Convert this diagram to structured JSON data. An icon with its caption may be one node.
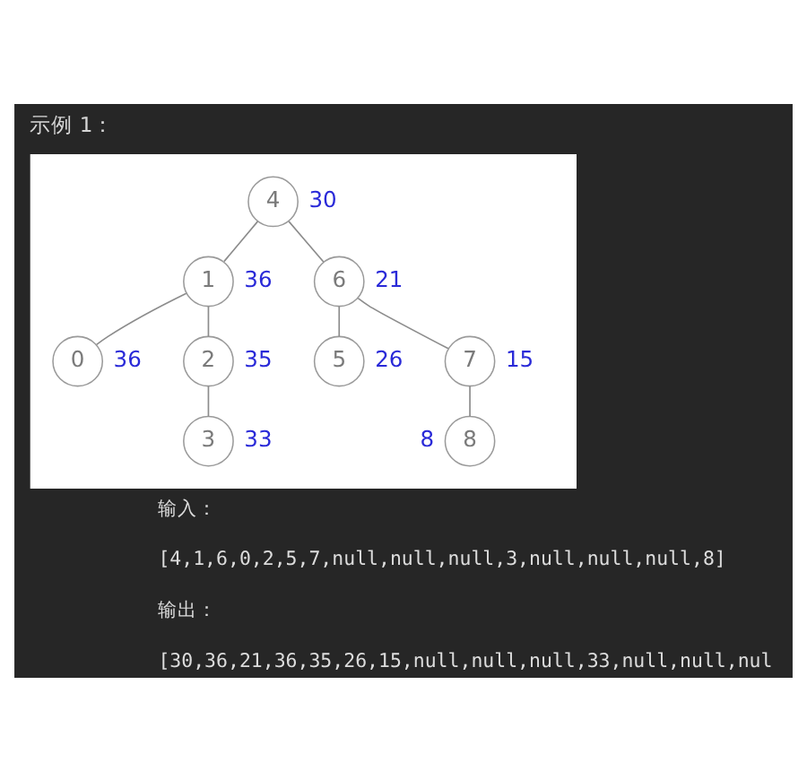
{
  "diagram": {
    "title": "示例 1：",
    "nodes": [
      {
        "text": [],
        "shape": "box"
      },
      {
        "text": [
          "4"
        ],
        "beside": [
          "30"
        ],
        "in": 0
      },
      {
        "text": [
          "1"
        ],
        "beside": [
          "36"
        ],
        "in": 0
      },
      {
        "text": [
          "6"
        ],
        "beside": [
          "21"
        ],
        "in": 0
      },
      {
        "text": [
          "0"
        ],
        "beside": [
          "36"
        ],
        "in": 0
      },
      {
        "text": [
          "2"
        ],
        "beside": [
          "35"
        ],
        "in": 0
      },
      {
        "text": [
          "5"
        ],
        "beside": [
          "26"
        ],
        "in": 0
      },
      {
        "text": [
          "7"
        ],
        "beside": [
          "15"
        ],
        "in": 0
      },
      {
        "text": [
          "3"
        ],
        "beside": [
          "33"
        ],
        "in": 0
      },
      {
        "text": [
          "8"
        ],
        "beside": [
          "8"
        ],
        "in": 0
      }
    ],
    "edges": [
      {
        "from": 1,
        "to": 2,
        "arrow": "none"
      },
      {
        "from": 1,
        "to": 3,
        "arrow": "none"
      },
      {
        "from": 2,
        "to": 4,
        "arrow": "none"
      },
      {
        "from": 2,
        "to": 5,
        "arrow": "none"
      },
      {
        "from": 3,
        "to": 6,
        "arrow": "none"
      },
      {
        "from": 3,
        "to": 7,
        "arrow": "none"
      },
      {
        "from": 5,
        "to": 8,
        "arrow": "none"
      },
      {
        "from": 7,
        "to": 9,
        "arrow": "none"
      }
    ],
    "labels": [
      "输入：",
      "[4,1,6,0,2,5,7,null,null,null,3,null,null,null,8]",
      "输出：",
      "[30,36,21,36,35,26,15,null,null,null,33,null,null,nul"
    ]
  }
}
